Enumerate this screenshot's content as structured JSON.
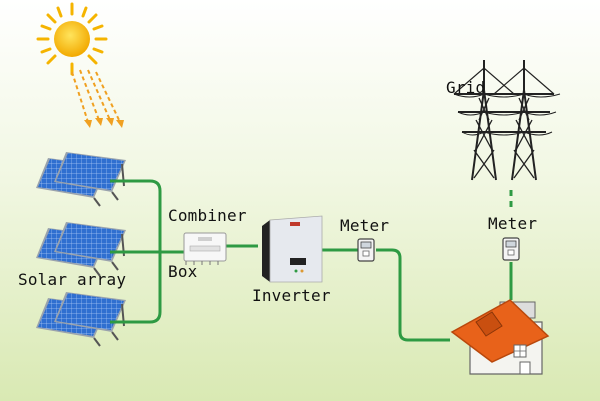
{
  "labels": {
    "solar_array": "Solar array",
    "combiner_line1": "Combiner",
    "combiner_line2": "Box",
    "inverter": "Inverter",
    "meter_house": "Meter",
    "meter_grid": "Meter",
    "grid": "Grid"
  },
  "colors": {
    "background_top": "#ffffff",
    "background_bottom": "#dcebb8",
    "wire": "#2e9a43",
    "sun": "#f5b400",
    "sun_rays": "#f0a020",
    "panel": "#2f6fd0",
    "roof": "#e8621a",
    "tower": "#222222"
  },
  "icons": {
    "sun": "sun-icon",
    "panel": "solar-panel-icon",
    "combiner": "combiner-box-icon",
    "inverter": "inverter-icon",
    "meter": "meter-icon",
    "house": "house-icon",
    "tower": "transmission-tower-icon"
  }
}
